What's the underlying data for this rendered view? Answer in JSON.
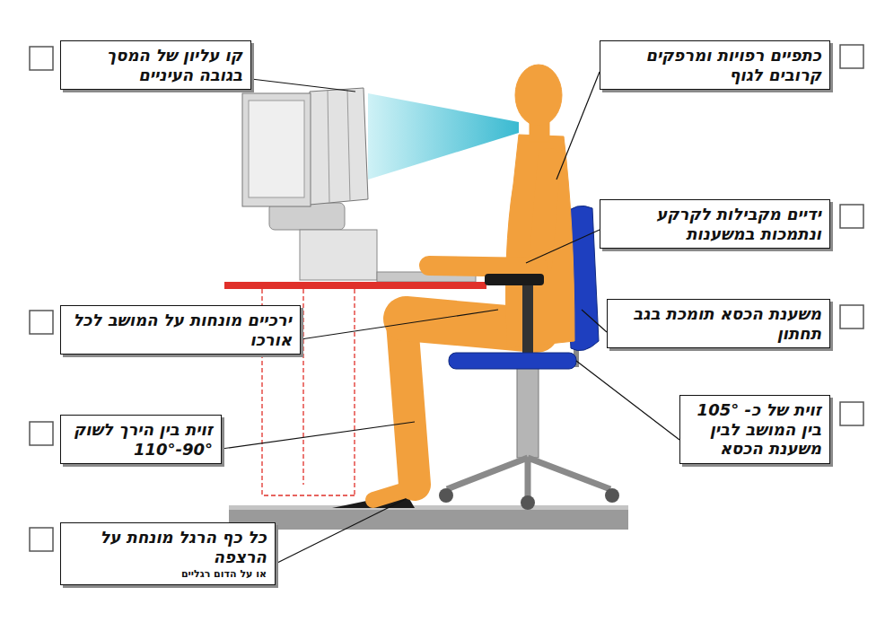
{
  "diagram": {
    "nodes": [
      {
        "text": [
          "קו עליון של המסך בגובה העיניים"
        ]
      },
      {
        "text": [
          "כתפיים רפויות ומרפקים קרובים לגוף"
        ]
      },
      {
        "text": [
          "ידיים מקבילות לקרקע ונתמכות במשענות"
        ]
      },
      {
        "text": [
          "משענת הכסא תומכת בגב תחתון"
        ]
      },
      {
        "text": [
          "ירכיים מונחות על המושב לכל אורכו"
        ]
      },
      {
        "text": [
          "זוית של כ- 105° בין המושב לבין משענת הכסא"
        ]
      },
      {
        "text": [
          "זוית בין הירך לשוק 90°-110°"
        ]
      },
      {
        "text": [
          "כל כף הרגל מונחת על הרצפה",
          "או על הדום רגליים"
        ]
      }
    ]
  }
}
